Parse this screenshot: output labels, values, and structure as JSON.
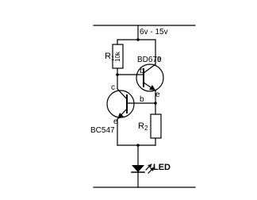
{
  "supply": {
    "label": "6v - 15v"
  },
  "resistors": {
    "r1": {
      "ref_main": "R",
      "ref_sub": "1",
      "value": "10k"
    },
    "r2": {
      "ref_main": "R",
      "ref_sub": "2"
    }
  },
  "transistors": {
    "q1": {
      "part": "BD679",
      "collector": "c",
      "base": "b",
      "emitter": "e"
    },
    "q2": {
      "part": "BC547",
      "collector": "c",
      "base": "b",
      "emitter": "e"
    }
  },
  "led": {
    "label": "LED"
  }
}
